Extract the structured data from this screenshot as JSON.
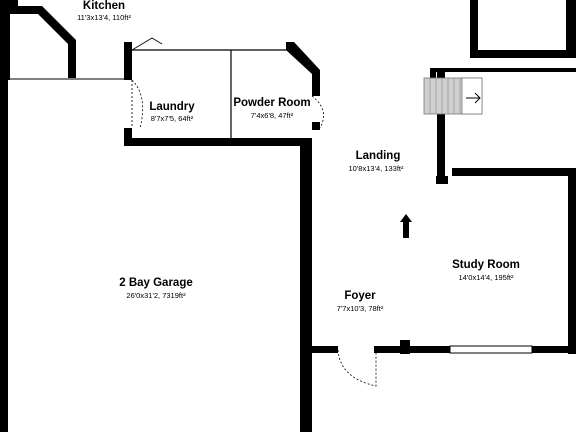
{
  "rooms": {
    "kitchen": {
      "name": "Kitchen",
      "dims": "11'3x13'4, 110ft²"
    },
    "laundry": {
      "name": "Laundry",
      "dims": "8'7x7'5, 64ft²"
    },
    "powder_room": {
      "name": "Powder Room",
      "dims": "7'4x6'8, 47ft²"
    },
    "landing": {
      "name": "Landing",
      "dims": "10'8x13'4, 133ft²"
    },
    "garage": {
      "name": "2 Bay Garage",
      "dims": "26'0x31'2, 7319ft²"
    },
    "study_room": {
      "name": "Study Room",
      "dims": "14'0x14'4, 195ft²"
    },
    "foyer": {
      "name": "Foyer",
      "dims": "7'7x10'3, 78ft²"
    }
  },
  "colors": {
    "wall": "#000000",
    "stair_fill": "#d0d0d0",
    "window_fill": "#ffffff",
    "door_arc": "#444444"
  },
  "icons": {
    "stair_direction": "arrow-right-icon",
    "entrance": "entrance-arrow-icon"
  }
}
